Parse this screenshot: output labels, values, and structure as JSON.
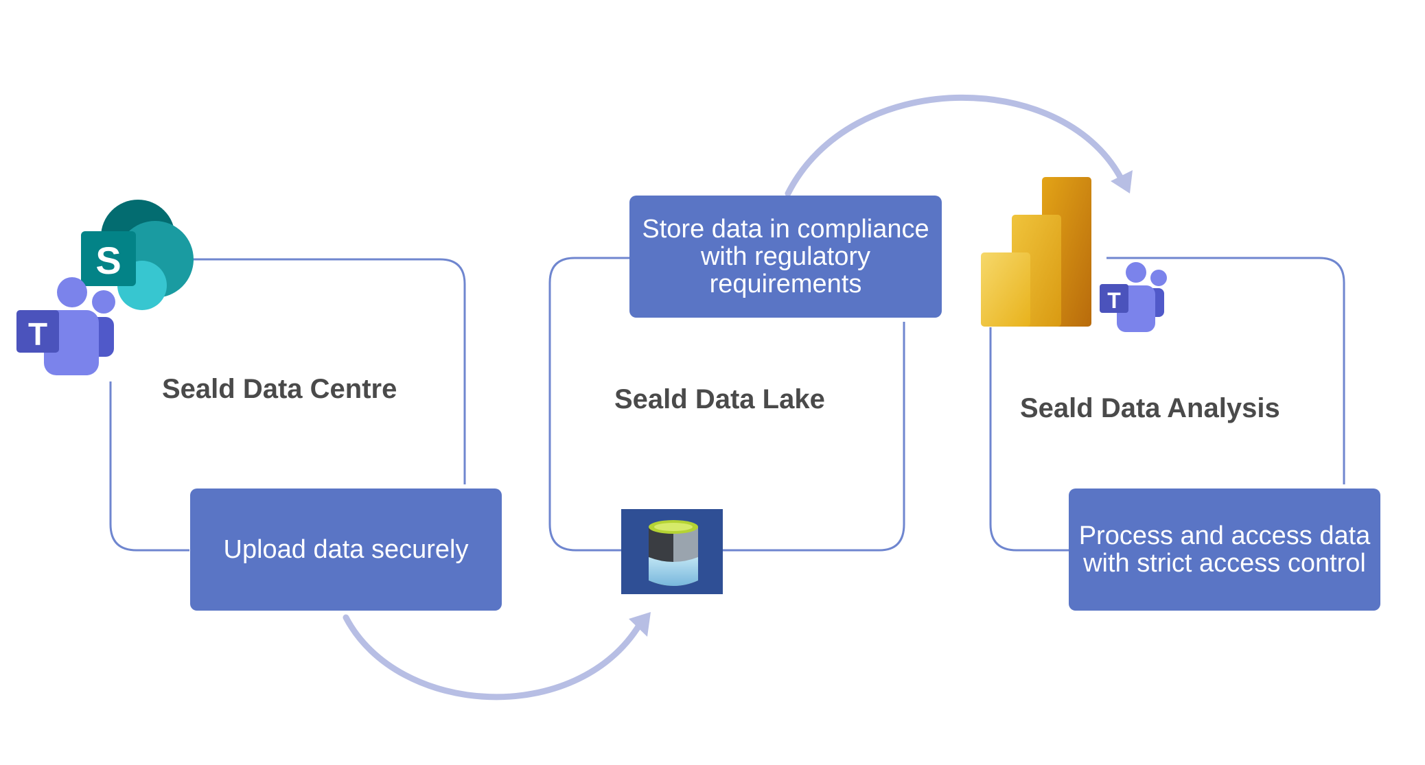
{
  "colors": {
    "panel_border": "#6f86cf",
    "callout_fill": "#5a75c5",
    "callout_text": "#ffffff",
    "title_text": "#4a4a4a",
    "flow_arrow": "#b7bee4",
    "sharepoint_teal": "#037b7d",
    "teams_purple": "#5b5fc7",
    "powerbi_gold": "#e8b21c",
    "datalake_blue": "#2f4f95"
  },
  "panels": [
    {
      "title": "Seald Data Centre",
      "icons": [
        "sharepoint-icon",
        "teams-icon"
      ],
      "callout": [
        "Upload data securely"
      ]
    },
    {
      "title": "Seald Data Lake",
      "icons": [
        "data-lake-icon"
      ],
      "callout": [
        "Store data in compliance",
        "with  regulatory",
        "requirements"
      ]
    },
    {
      "title": "Seald Data Analysis",
      "icons": [
        "power-bi-icon",
        "teams-icon"
      ],
      "callout": [
        "Process and access data",
        "with  strict access control"
      ]
    }
  ],
  "flow": [
    {
      "from": "Seald Data Centre",
      "to": "Seald Data Lake"
    },
    {
      "from": "Seald Data Lake",
      "to": "Seald Data Analysis"
    }
  ],
  "icon_glyphs": {
    "sharepoint": "S",
    "teams": "T"
  }
}
